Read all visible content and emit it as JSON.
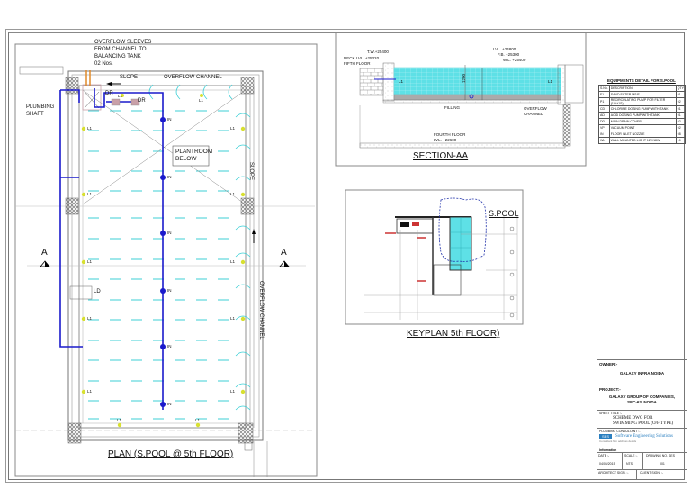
{
  "plan": {
    "title": "PLAN (S.POOL @ 5th FLOOR)",
    "overflow_sleeves_note": [
      "OVERFLOW SLEEVES",
      "FROM CHANNEL TO",
      "BALANCING TANK",
      "02 Nos."
    ],
    "plumbing_shaft": [
      "PLUMBING",
      "SHAFT"
    ],
    "slope_top": "SLOPE",
    "overflow_channel_top": "OVERFLOW CHANNEL",
    "slope_side": "SLOPE",
    "overflow_channel_side": "OVERFLOW CHANNEL",
    "plantroom": [
      "PLANTROOM",
      "BELOW"
    ],
    "section_marker": "A",
    "drain_label": "DR",
    "light_label": "L1",
    "inlet_label": "IN",
    "ld_label": "LD",
    "inlets_count": 8,
    "colors": {
      "pipe": "#1a1acc",
      "water": "#3ccfd6",
      "light": "#d8e030",
      "drain": "#c9a0a8",
      "sleeve": "#e08a2a"
    }
  },
  "section": {
    "title": "SECTION-AA",
    "tw": "T.W.+25400",
    "deck_lvl": "DECK LVL. +25320",
    "fifth_floor": "FIFTH FLOOR",
    "lvl": "LVL. +24800",
    "fb": "F.B. +25300",
    "wl": "W.L. +25400",
    "filling": "FILLING",
    "overflow_channel": [
      "OVERFLOW",
      "CHANNEL"
    ],
    "fourth_floor": "FOURTH FLOOR",
    "fourth_lvl": "LVL. +22600",
    "depth": "1200",
    "light_label": "L1"
  },
  "keyplan": {
    "title": "KEYPLAN 5th FLOOR)",
    "pool_label": "S.POOL"
  },
  "title_block": {
    "equipment_title": "EQUIPMENTS DETAIL FOR S.POOL",
    "equipment_headers": [
      "S.No.",
      "DESCRIPTION",
      "QTY"
    ],
    "equipment_rows": [
      [
        "F1",
        "SAND FILTER MS/E",
        "01"
      ],
      [
        "P1",
        "RECIRCULATING PUMP FOR FILTER (1W+1S)",
        "02"
      ],
      [
        "CD",
        "CHLORINE DOSING PUMP WITH TANK",
        "01"
      ],
      [
        "AD",
        "ACID DOSING PUMP WITH TANK",
        "01"
      ],
      [
        "DD",
        "MAIN DRAIN COVER",
        "02"
      ],
      [
        "VP",
        "VACUUM POINT",
        "02"
      ],
      [
        "IN",
        "FLOOR INLET NOZZLE",
        "08"
      ],
      [
        "WL",
        "WALL MOUNTED LIGHT 12V/18W",
        "10"
      ]
    ],
    "owner_label": "OWNER:-",
    "owner": "GALAXY INFRA NOIDA",
    "project_label": "PROJECT:-",
    "project": [
      "GALAXY GROUP OF COMPANIES,",
      "SEC-63, NOIDA"
    ],
    "sheet_title_label": "SHEET TITLE :-",
    "sheet_title": [
      "SCHEME DWG FOR",
      "SWIMMING POOL (O/F TYPE)"
    ],
    "consultant_label": "PLUMBING CONSULTANT :-",
    "consultant": "Software Engineering Solutions",
    "consultant_logo": "SES",
    "consultant_sub": "Consultant firm address details",
    "info_label": "Information",
    "date_label": "DATE :-",
    "date": "04/05/2015",
    "scale_label": "SCALE :-",
    "scale": "NTS",
    "drawing_no_label": "DRAWING NO. SES",
    "drawing_no": "001",
    "architect_label": "ARCHITECT SIGN. :-",
    "client_label": "CLIENT SIGN. :-"
  }
}
